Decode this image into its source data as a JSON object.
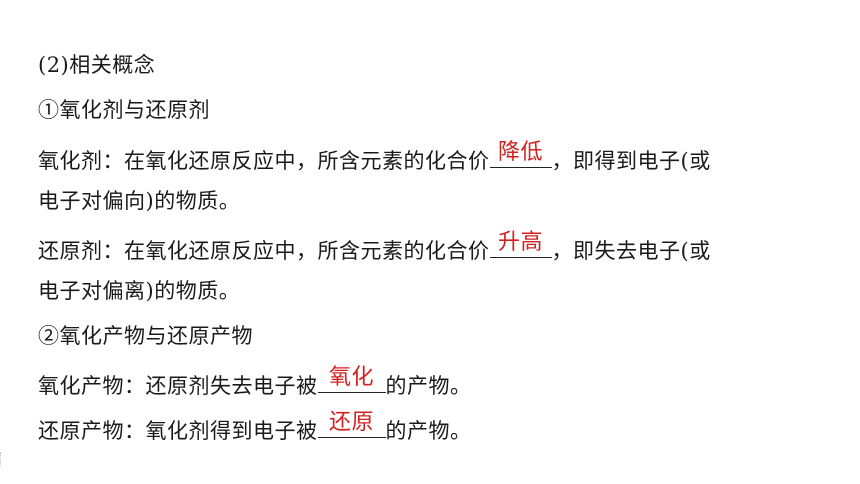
{
  "lines": {
    "heading": "(2)相关概念",
    "sub1": "①氧化剂与还原剂",
    "oxidant_part1": "氧化剂：在氧化还原反应中，所含元素的化合价",
    "oxidant_answer": "降低",
    "oxidant_part2": "，即得到电子(或",
    "oxidant_cont": "电子对偏向)的物质。",
    "reductant_part1": "还原剂：在氧化还原反应中，所含元素的化合价",
    "reductant_answer": "升高",
    "reductant_part2": "，即失去电子(或",
    "reductant_cont": "电子对偏离)的物质。",
    "sub2": "②氧化产物与还原产物",
    "oxprod_part1": "氧化产物：还原剂失去电子被",
    "oxprod_answer": "氧化",
    "oxprod_part2": "的产物。",
    "redprod_part1": "还原产物：氧化剂得到电子被",
    "redprod_answer": "还原",
    "redprod_part2": "的产物。"
  },
  "colors": {
    "text": "#1a1a1a",
    "answer": "#d42020",
    "background": "#ffffff"
  }
}
